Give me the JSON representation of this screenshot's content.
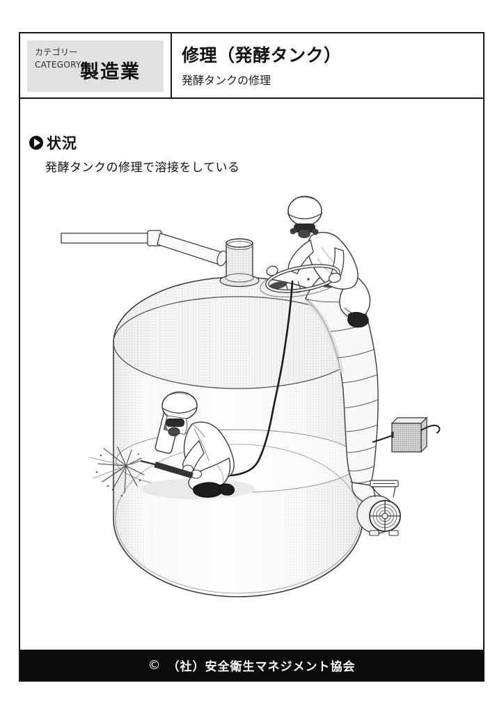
{
  "header": {
    "category_label_jp": "カテゴリー",
    "category_label_en": "CATEGORY",
    "category_value": "製造業",
    "title": "修理（発酵タンク）",
    "subtitle": "発酵タンクの修理"
  },
  "situation": {
    "heading": "状況",
    "description": "発酵タンクの修理で溶接をしている"
  },
  "footer": {
    "copyright_symbol": "©",
    "organization": "（社）安全衛生マネジメント協会"
  },
  "illustration": {
    "alt": "発酵タンク内で溶接作業をする作業者と、タンク上部マンホールで換気ダクトを保持する監視者。地上の送風機からダクトが伸びている。",
    "elements": [
      "fermentation-tank",
      "inlet-pipe",
      "top-nozzle",
      "manhole-ring",
      "watcher-on-tank",
      "ventilation-duct",
      "portable-blower-fan",
      "welding-machine-box",
      "welding-cable",
      "welder-inside-tank",
      "welding-sparks"
    ]
  },
  "colors": {
    "frame_border": "#161616",
    "category_box_bg": "#e1e1e1",
    "footer_bg": "#0c0c0c",
    "footer_text": "#ffffff",
    "line_art": "#3a3a3a",
    "tank_shading": "#eeeeee"
  }
}
